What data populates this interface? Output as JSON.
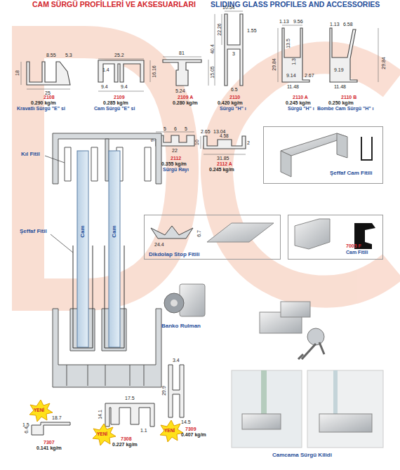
{
  "diagram": {
    "title": "CAM SÜRGÜ PROFİLLERİ VE AKSESUARLARI",
    "nodes": [
      {
        "text": [
          "Şeffaf Cam Fitili"
        ]
      },
      {
        "text": [
          "Dikdolap Stop Fitili",
          "24.4",
          "6.7"
        ]
      },
      {
        "text": [
          "7005 F",
          "Cam Fitili"
        ]
      }
    ],
    "labels": [
      "SLIDING GLASS PROFILES AND ACCESSORIES",
      "8.55",
      "5.3",
      "18",
      "25",
      "2108",
      "0.290 kg/m",
      "Kravatlı Sürgü \"E\" si",
      "25.2",
      "1.4",
      "16.16",
      "9.4",
      "9.4",
      "2109",
      "0.285 kg/m",
      "Cam Sürgü \"E\" si",
      "81",
      "15.05",
      "5.24",
      "2109 A",
      "0.280 kg/m",
      "10.54",
      "40.4",
      "22.26",
      "1.55",
      "3",
      "6.5",
      "2110",
      "0.420 kg/m",
      "Sürgü \"H\" ı",
      "1.13",
      "9.56",
      "13.5",
      "29.84",
      "1.3",
      "9.14",
      "2.67",
      "11.48",
      "2110 A",
      "0.245 kg/m",
      "Sürgü \"H\" ı",
      "1.13",
      "6.58",
      "9.19",
      "29.84",
      "11.48",
      "2110 B",
      "0.250 kg/m",
      "Bombe Cam Sürgü \"H\" ı",
      "Kıl Fitil",
      "Şeffaf Fitil",
      "Cam",
      "Cam",
      "5",
      "6",
      "5",
      "9",
      "22",
      "2112",
      "0.355 kg/m",
      "Sürgü Rayı",
      "2.65",
      "13.04",
      "10",
      "4.58",
      "2",
      "31.85",
      "2112 A",
      "0.245 kg/m",
      "Banko Rulman",
      "YENİ",
      "1.5",
      "18.7",
      "6.4",
      "7307",
      "0.141 kg/m",
      "17.5",
      "14.1",
      "1.1",
      "YENİ",
      "7308",
      "0.227 kg/m",
      "3.4",
      "29.9",
      "14.5",
      "YENİ",
      "7309",
      "0.407 kg/m",
      "Camcama Sürgü Kilidi"
    ]
  }
}
